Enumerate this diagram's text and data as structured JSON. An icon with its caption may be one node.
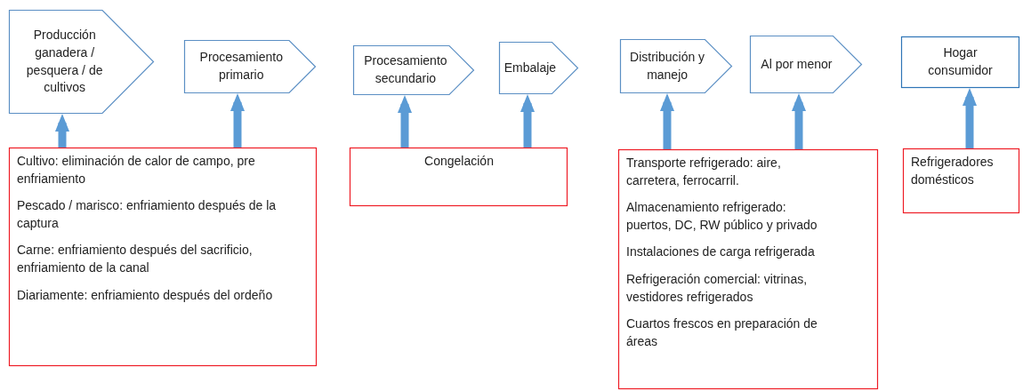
{
  "diagram": {
    "nodes": [
      {
        "text": [
          "Producción ganadera / pesquera / de cultivos"
        ]
      },
      {
        "text": [
          "Procesamiento primario"
        ]
      },
      {
        "text": [
          "Procesamiento secundario"
        ]
      },
      {
        "text": [
          "Embalaje"
        ]
      },
      {
        "text": [
          "Distribución y manejo"
        ]
      },
      {
        "text": [
          "Al por menor"
        ]
      },
      {
        "text": [
          "Hogar consumidor"
        ]
      },
      {
        "text": [
          "Cultivo: eliminación de calor de campo, pre enfriamiento",
          "Pescado / marisco: enfriamiento después de la captura",
          "Carne: enfriamiento después del sacrificio, enfriamiento de la canal",
          "Diariamente: enfriamiento después del ordeño"
        ]
      },
      {
        "text": [
          "Congelación"
        ]
      },
      {
        "text": [
          "Transporte refrigerado: aire, carretera, ferrocarril.",
          "Almacenamiento refrigerado: puertos, DC, RW público y privado",
          "Instalaciones de carga refrigerada",
          "Refrigeración comercial: vitrinas, vestidores refrigerados",
          "Cuartos frescos en preparación de áreas"
        ]
      },
      {
        "text": [
          "Refrigeradores domésticos"
        ]
      }
    ],
    "edges": [
      {
        "from": 7,
        "to": 0,
        "arrow": "to"
      },
      {
        "from": 7,
        "to": 1,
        "arrow": "to"
      },
      {
        "from": 8,
        "to": 2,
        "arrow": "to"
      },
      {
        "from": 8,
        "to": 3,
        "arrow": "to"
      },
      {
        "from": 9,
        "to": 4,
        "arrow": "to"
      },
      {
        "from": 9,
        "to": 5,
        "arrow": "to"
      },
      {
        "from": 10,
        "to": 6,
        "arrow": "to"
      }
    ]
  }
}
